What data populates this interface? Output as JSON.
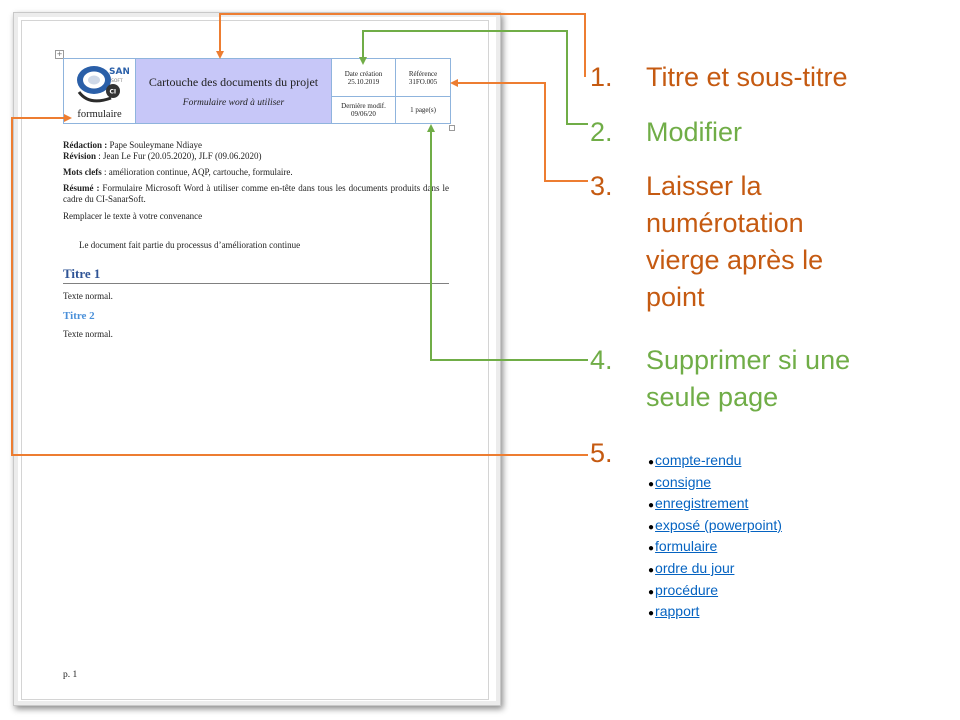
{
  "header": {
    "logo_name": "SANAR",
    "logo_soft": "SOFT",
    "logo_ci": "CI",
    "logo_caption": "formulaire",
    "title": "Cartouche des documents du projet",
    "subtitle": "Formulaire word à utiliser",
    "date_creation_label": "Date création",
    "date_creation_value": "25.10.2019",
    "reference_label": "Référence",
    "reference_value": "31FO.005",
    "last_modif_label": "Dernière modif.",
    "last_modif_value": "09/06/20",
    "pages": "1 page(s)"
  },
  "document": {
    "redaction_label": "Rédaction :",
    "redaction_value": " Pape Souleymane Ndiaye",
    "revision_label": "Révision",
    "revision_value": " : Jean Le Fur (20.05.2020), JLF (09.06.2020)",
    "keywords_label": "Mots clefs",
    "keywords_value": " : amélioration continue, AQP, cartouche, formulaire.",
    "summary_label": "Résumé :",
    "summary_value": " Formulaire Microsoft Word à utiliser comme en-tête dans tous les documents produits dans le cadre du CI-SanarSoft.",
    "replace_text": "Remplacer le texte à votre convenance",
    "process_text": "Le document fait partie du processus d’amélioration continue",
    "heading1": "Titre 1",
    "normal1": "Texte normal.",
    "heading2": "Titre 2",
    "normal2": "Texte normal.",
    "page_number": "p. 1"
  },
  "annotations": [
    {
      "number": "1.",
      "lines": [
        "Titre et sous-titre"
      ],
      "color": "#c55a11"
    },
    {
      "number": "2.",
      "lines": [
        "Modifier"
      ],
      "color": "#70ad47"
    },
    {
      "number": "3.",
      "lines": [
        "Laisser la",
        "numérotation",
        "vierge après le",
        "point"
      ],
      "color": "#c55a11"
    },
    {
      "number": "4.",
      "lines": [
        "Supprimer si une",
        "seule page"
      ],
      "color": "#70ad47"
    },
    {
      "number": "5.",
      "lines": [],
      "color": "#c55a11"
    }
  ],
  "doc_types": [
    "compte-rendu",
    "consigne",
    "enregistrement",
    "exposé (powerpoint)",
    "formulaire",
    "ordre du jour",
    "procédure",
    "rapport"
  ],
  "colors": {
    "orange": "#ed7d31",
    "green": "#70ad47",
    "title_bg": "#c7c7f8",
    "link": "#0563c1"
  }
}
